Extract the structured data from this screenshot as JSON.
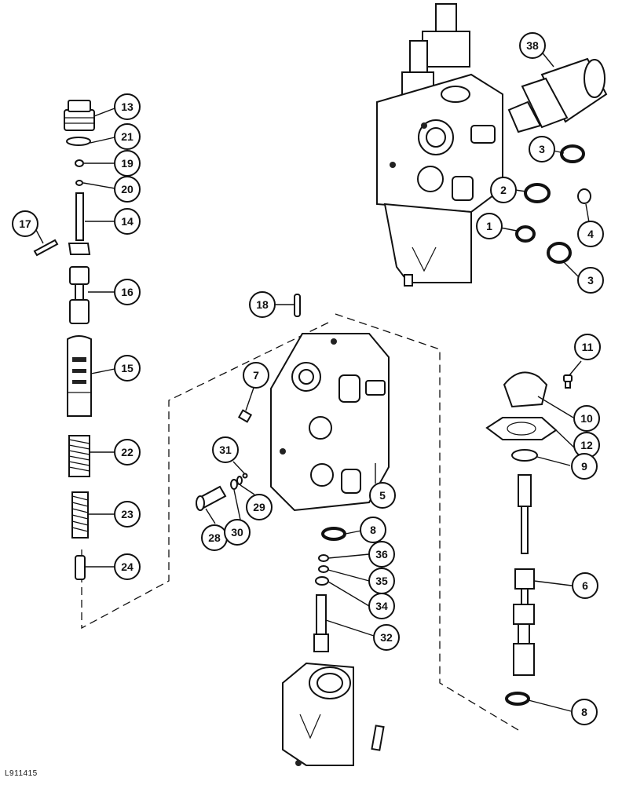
{
  "figure_code": "L911415",
  "callouts": [
    "13",
    "21",
    "19",
    "20",
    "17",
    "14",
    "16",
    "15",
    "22",
    "23",
    "24",
    "38",
    "3",
    "2",
    "4",
    "1",
    "3",
    "18",
    "7",
    "31",
    "28",
    "30",
    "29",
    "5",
    "8",
    "36",
    "35",
    "34",
    "32",
    "11",
    "10",
    "12",
    "9",
    "6",
    "8"
  ]
}
